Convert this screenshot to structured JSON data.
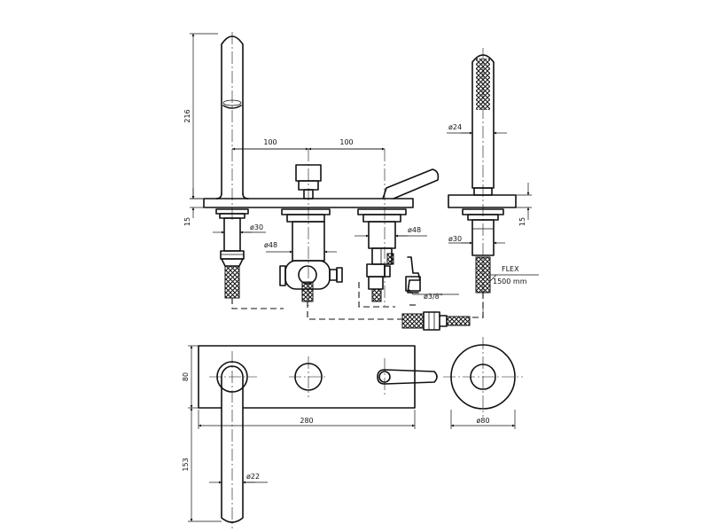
{
  "labels": {
    "spout_height": "216",
    "spacing_1": "100",
    "spacing_2": "100",
    "deck_thickness_left": "15",
    "deck_thickness_right": "15",
    "dia_spout_shank": "ø30",
    "dia_body_1": "ø48",
    "dia_body_2": "ø48",
    "dia_handshower": "ø24",
    "dia_shower_shank": "ø30",
    "hose_flex": "FLEX",
    "hose_length": "1500 mm",
    "hose_thread": "ø3/8\"",
    "plate_depth": "80",
    "plate_length": "280",
    "dia_rosette": "ø80",
    "spout_reach": "153",
    "dia_spout": "ø22"
  }
}
